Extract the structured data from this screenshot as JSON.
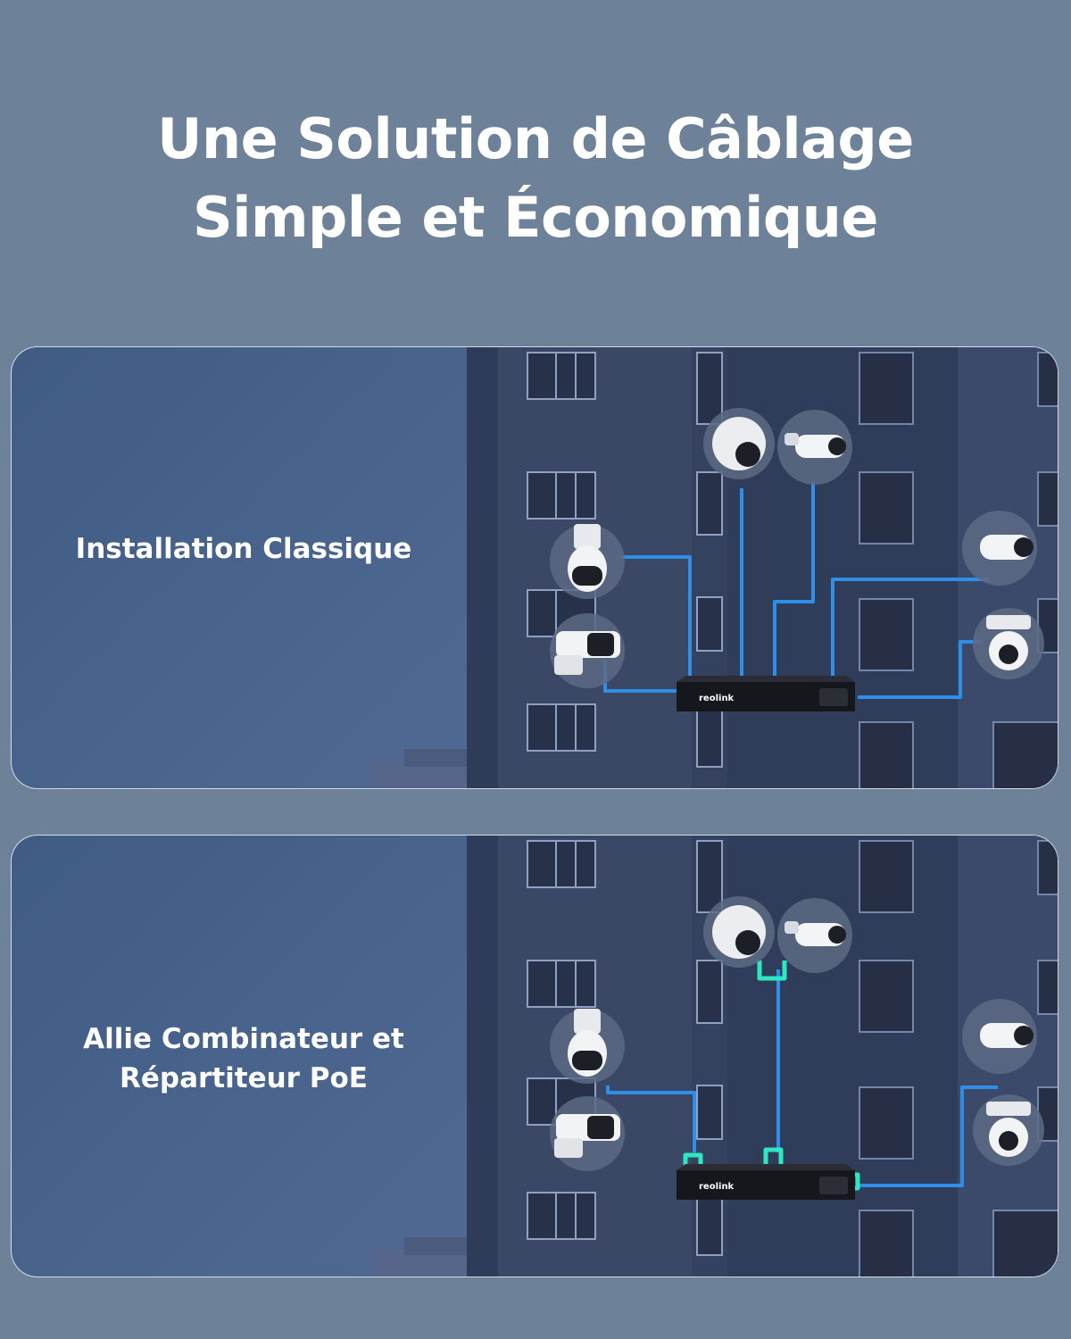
{
  "title": {
    "line1": "Une Solution de Câblage",
    "line2": "Simple et Économique"
  },
  "panels": [
    {
      "label_lines": [
        "Installation Classique"
      ],
      "wiring": "direct",
      "recorder_brand": "reolink"
    },
    {
      "label_lines": [
        "Allie Combinateur et",
        "Répartiteur PoE"
      ],
      "wiring": "combiner-splitter",
      "recorder_brand": "reolink"
    }
  ],
  "colors": {
    "background": "#6d8198",
    "panel": "#4a6590",
    "cable": "#2f8fe6",
    "adapter": "#2ee6c0",
    "building": "#3a4866"
  }
}
